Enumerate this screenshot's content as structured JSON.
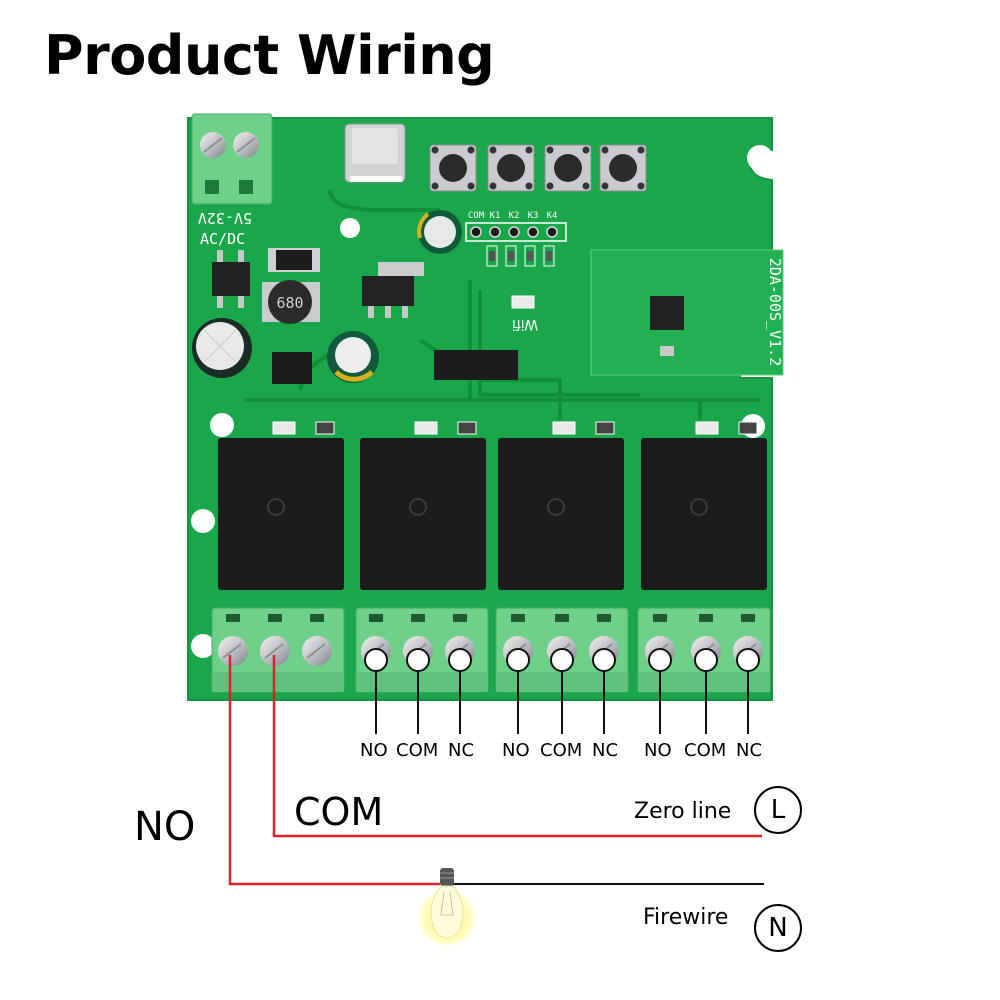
{
  "header": {
    "title": "Product Wiring"
  },
  "board": {
    "power_label_line1": "5V-32V",
    "power_label_line2": "AC/DC",
    "button_header_labels": [
      "COM",
      "K1",
      "K2",
      "K3",
      "K4"
    ],
    "wifi_label": "Wifi",
    "module_label": "2DA-00S_V1.2",
    "inductor_marking": "680",
    "relay_count": 4,
    "colors": {
      "pcb": "#1aa64a",
      "pcb_dark": "#128a3a",
      "terminal": "#6fd08a",
      "relay": "#1b1b1b",
      "wire_red": "#d9232a",
      "wire_black": "#111111"
    }
  },
  "terminals": {
    "groups": [
      {
        "labels": [
          "NO",
          "COM",
          "NC"
        ]
      },
      {
        "labels": [
          "NO",
          "COM",
          "NC"
        ]
      },
      {
        "labels": [
          "NO",
          "COM",
          "NC"
        ]
      }
    ]
  },
  "wiring": {
    "no_label": "NO",
    "com_label": "COM",
    "zero_line_label": "Zero line",
    "zero_line_symbol": "L",
    "firewire_label": "Firewire",
    "firewire_symbol": "N",
    "load_icon": "light-bulb-icon"
  }
}
